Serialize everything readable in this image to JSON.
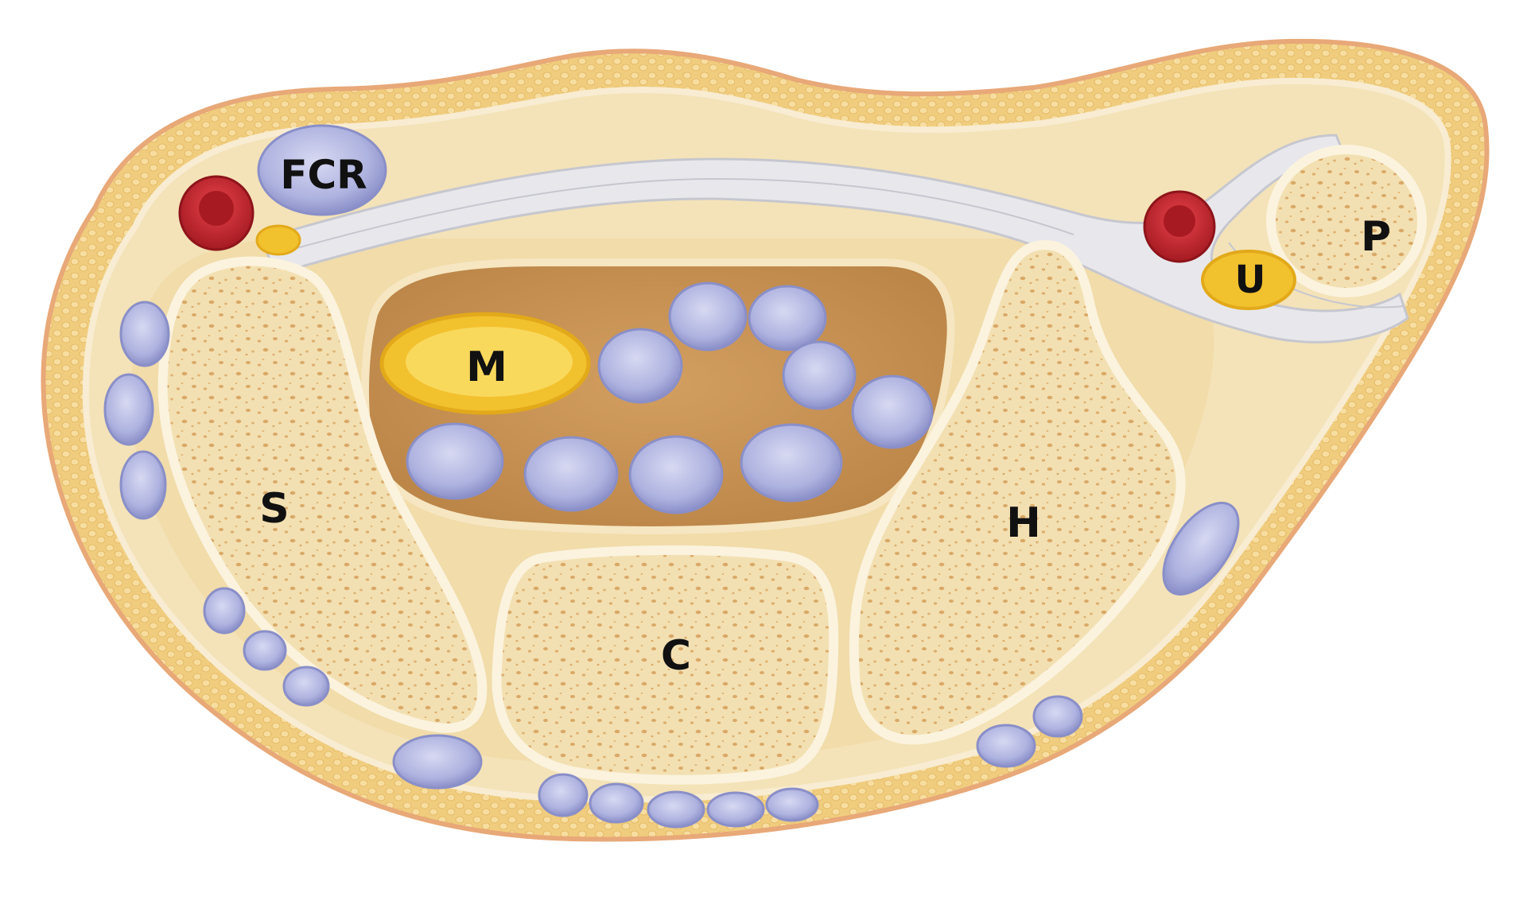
{
  "labels": {
    "fcr": "FCR",
    "m": "M",
    "s": "S",
    "c": "C",
    "h": "H",
    "u": "U",
    "p": "P"
  },
  "colors": {
    "skin_outer": "#f2c08a",
    "fat": "#f0cd7e",
    "fat_dot": "#f7dea0",
    "inner_tissue": "#f4e3b8",
    "deep_tissue": "#f1dcaa",
    "tunnel": "#c89556",
    "tunnel_rim": "#f6e6c2",
    "bone": "#f3e0b2",
    "bone_pore": "#d9a967",
    "bone_rim": "#fbf3de",
    "tendon": "#b9bce3",
    "tendon_dark": "#8a8fc8",
    "nerve": "#f2c12e",
    "nerve_inner": "#f9d95c",
    "artery": "#c9262e",
    "artery_dark": "#8e141b",
    "ligament": "#e8e8ec",
    "ligament_line": "#c6c7cf"
  }
}
